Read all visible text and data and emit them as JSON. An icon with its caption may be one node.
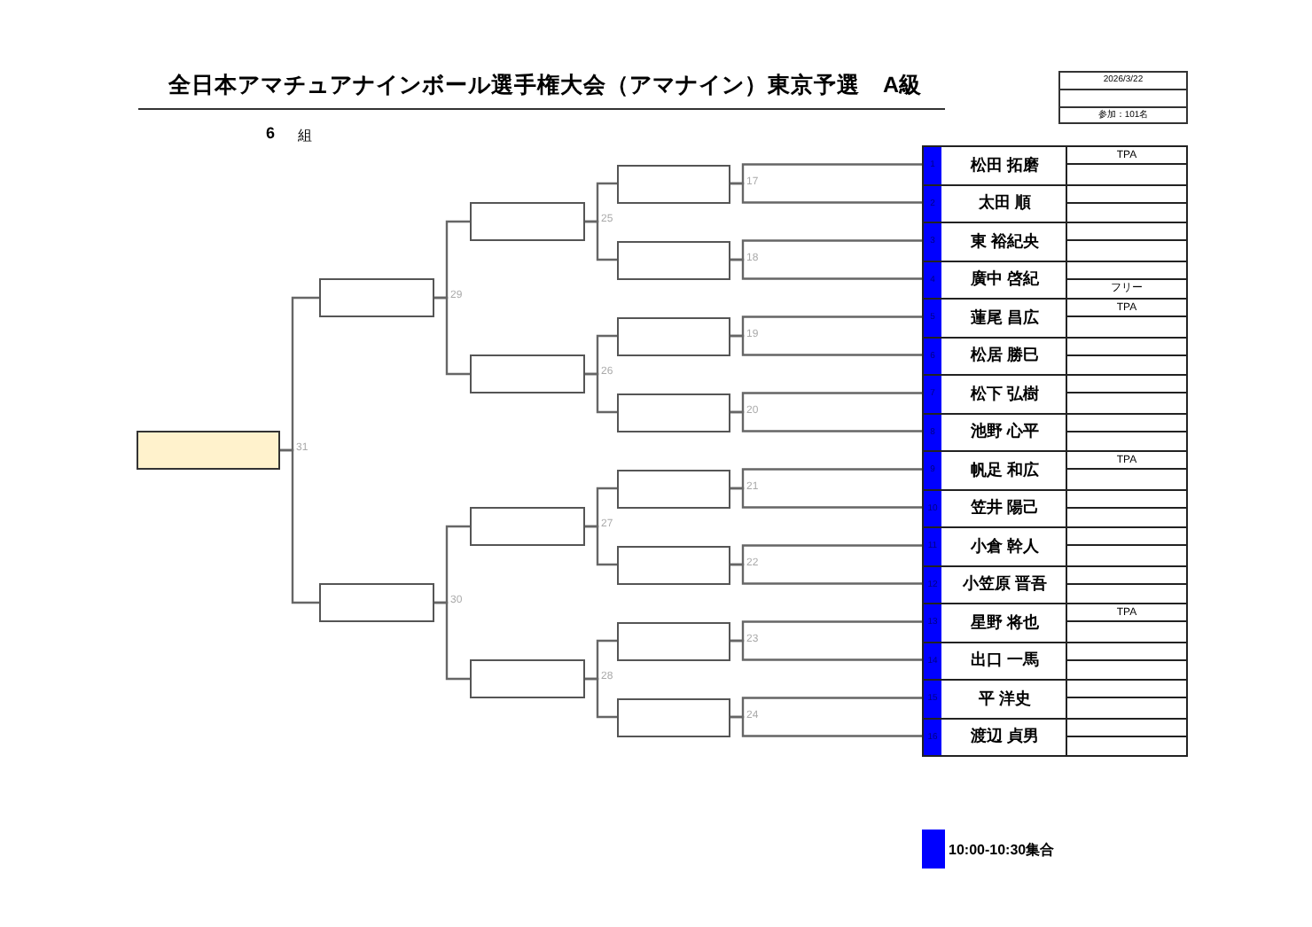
{
  "diagram": {
    "title": "全日本アマチュアナインボール選手権大会（アマナイン）東京予選　A級",
    "nodes": [
      {
        "text": [
          "1",
          "松田 拓磨",
          "TPA"
        ]
      },
      {
        "text": [
          "2",
          "太田 順"
        ]
      },
      {
        "text": [
          "3",
          "東 裕紀央"
        ]
      },
      {
        "text": [
          "4",
          "廣中 啓紀",
          "フリー"
        ]
      },
      {
        "text": [
          "5",
          "蓮尾 昌広",
          "TPA"
        ]
      },
      {
        "text": [
          "6",
          "松居 勝巳"
        ]
      },
      {
        "text": [
          "7",
          "松下 弘樹"
        ]
      },
      {
        "text": [
          "8",
          "池野 心平"
        ]
      },
      {
        "text": [
          "9",
          "帆足 和広",
          "TPA"
        ]
      },
      {
        "text": [
          "10",
          "笠井 陽己"
        ]
      },
      {
        "text": [
          "11",
          "小倉 幹人"
        ]
      },
      {
        "text": [
          "12",
          "小笠原 晋吾"
        ]
      },
      {
        "text": [
          "13",
          "星野 将也",
          "TPA"
        ]
      },
      {
        "text": [
          "14",
          "出口 一馬"
        ]
      },
      {
        "text": [
          "15",
          "平 洋史"
        ]
      },
      {
        "text": [
          "16",
          "渡辺 貞男"
        ]
      },
      {
        "text": [],
        "shape": "box",
        "beside": [
          "17"
        ]
      },
      {
        "text": [],
        "shape": "box",
        "beside": [
          "18"
        ]
      },
      {
        "text": [],
        "shape": "box",
        "beside": [
          "19"
        ]
      },
      {
        "text": [],
        "shape": "box",
        "beside": [
          "20"
        ]
      },
      {
        "text": [],
        "shape": "box",
        "beside": [
          "21"
        ]
      },
      {
        "text": [],
        "shape": "box",
        "beside": [
          "22"
        ]
      },
      {
        "text": [],
        "shape": "box",
        "beside": [
          "23"
        ]
      },
      {
        "text": [],
        "shape": "box",
        "beside": [
          "24"
        ]
      },
      {
        "text": [],
        "shape": "box",
        "beside": [
          "25"
        ]
      },
      {
        "text": [],
        "shape": "box",
        "beside": [
          "26"
        ]
      },
      {
        "text": [],
        "shape": "box",
        "beside": [
          "27"
        ]
      },
      {
        "text": [],
        "shape": "box",
        "beside": [
          "28"
        ]
      },
      {
        "text": [],
        "shape": "box",
        "beside": [
          "29"
        ]
      },
      {
        "text": [],
        "shape": "box",
        "beside": [
          "30"
        ]
      },
      {
        "text": [],
        "shape": "box",
        "beside": [
          "31"
        ]
      }
    ],
    "edges": [
      {
        "from": 0,
        "to": 16,
        "arrow": "none"
      },
      {
        "from": 1,
        "to": 16,
        "arrow": "none"
      },
      {
        "from": 2,
        "to": 17,
        "arrow": "none"
      },
      {
        "from": 3,
        "to": 17,
        "arrow": "none"
      },
      {
        "from": 4,
        "to": 18,
        "arrow": "none"
      },
      {
        "from": 5,
        "to": 18,
        "arrow": "none"
      },
      {
        "from": 6,
        "to": 19,
        "arrow": "none"
      },
      {
        "from": 7,
        "to": 19,
        "arrow": "none"
      },
      {
        "from": 8,
        "to": 20,
        "arrow": "none"
      },
      {
        "from": 9,
        "to": 20,
        "arrow": "none"
      },
      {
        "from": 10,
        "to": 21,
        "arrow": "none"
      },
      {
        "from": 11,
        "to": 21,
        "arrow": "none"
      },
      {
        "from": 12,
        "to": 22,
        "arrow": "none"
      },
      {
        "from": 13,
        "to": 22,
        "arrow": "none"
      },
      {
        "from": 14,
        "to": 23,
        "arrow": "none"
      },
      {
        "from": 15,
        "to": 23,
        "arrow": "none"
      },
      {
        "from": 16,
        "to": 24,
        "arrow": "none"
      },
      {
        "from": 17,
        "to": 24,
        "arrow": "none"
      },
      {
        "from": 18,
        "to": 25,
        "arrow": "none"
      },
      {
        "from": 19,
        "to": 25,
        "arrow": "none"
      },
      {
        "from": 20,
        "to": 26,
        "arrow": "none"
      },
      {
        "from": 21,
        "to": 26,
        "arrow": "none"
      },
      {
        "from": 22,
        "to": 27,
        "arrow": "none"
      },
      {
        "from": 23,
        "to": 27,
        "arrow": "none"
      },
      {
        "from": 24,
        "to": 28,
        "arrow": "none"
      },
      {
        "from": 25,
        "to": 28,
        "arrow": "none"
      },
      {
        "from": 26,
        "to": 29,
        "arrow": "none"
      },
      {
        "from": 27,
        "to": 29,
        "arrow": "none"
      },
      {
        "from": 28,
        "to": 30,
        "arrow": "none"
      },
      {
        "from": 29,
        "to": 30,
        "arrow": "none"
      }
    ],
    "labels": [
      "2026/3/22",
      "参加：101名",
      "6",
      "組"
    ],
    "legend": [
      {
        "text": "10:00-10:30集合",
        "color": "#0000ff"
      }
    ]
  }
}
